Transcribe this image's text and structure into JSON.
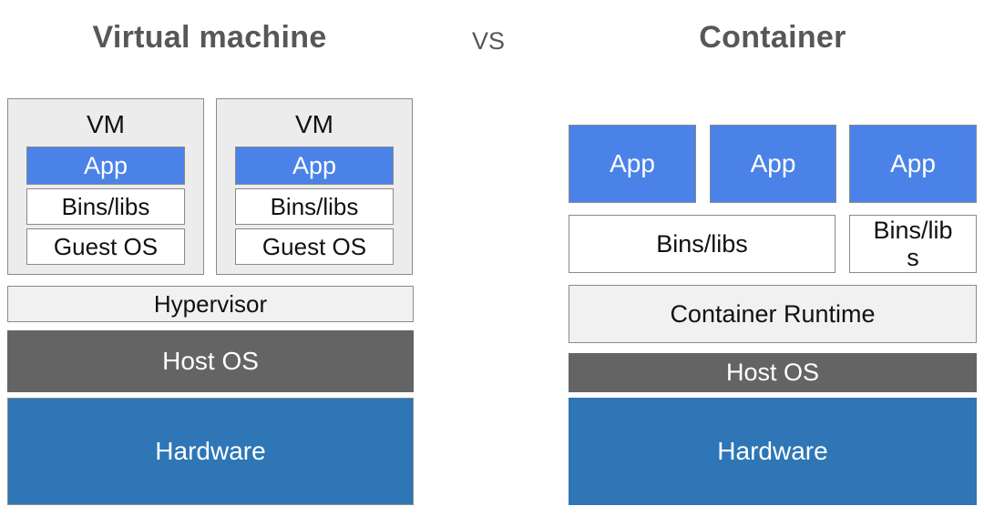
{
  "header": {
    "left_title": "Virtual machine",
    "vs_label": "VS",
    "right_title": "Container"
  },
  "colors": {
    "title_text": "#575757",
    "label_text": "#111111",
    "app_blue": "#4a82e8",
    "hardware_blue": "#2e76b5",
    "host_gray": "#646464",
    "panel_fill": "#ececec",
    "bar_fill": "#f1f1f1",
    "box_border": "#8a8a8a"
  },
  "vm_side": {
    "vms": [
      {
        "label": "VM",
        "app_label": "App",
        "bins_label": "Bins/libs",
        "guest_os_label": "Guest OS"
      },
      {
        "label": "VM",
        "app_label": "App",
        "bins_label": "Bins/libs",
        "guest_os_label": "Guest OS"
      }
    ],
    "hypervisor_label": "Hypervisor",
    "host_os_label": "Host OS",
    "hardware_label": "Hardware"
  },
  "container_side": {
    "app_labels": [
      "App",
      "App",
      "App"
    ],
    "bins_wide_label": "Bins/libs",
    "bins_narrow_label": "Bins/libs",
    "runtime_label": "Container Runtime",
    "host_os_label": "Host OS",
    "hardware_label": "Hardware"
  }
}
